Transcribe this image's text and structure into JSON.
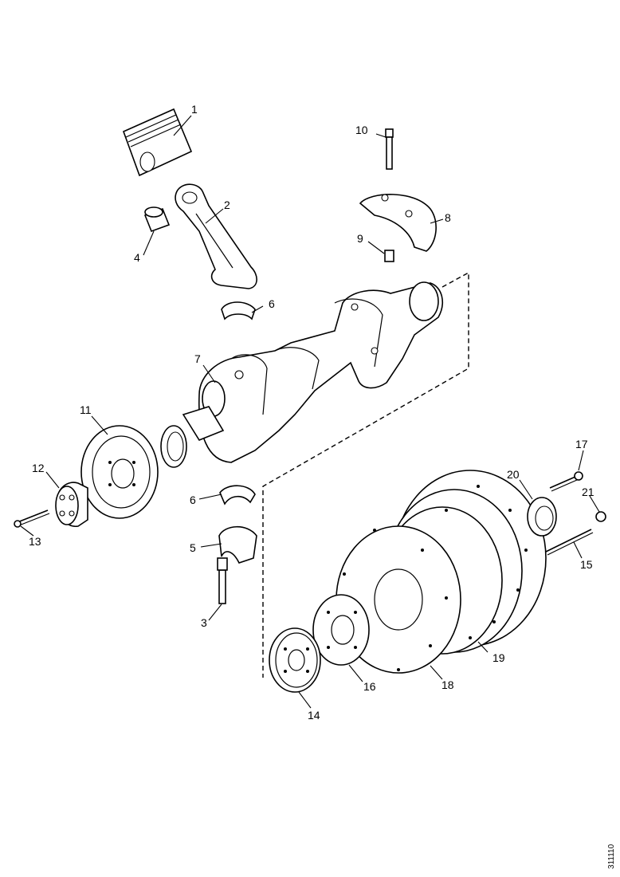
{
  "callouts": {
    "c1": "1",
    "c2": "2",
    "c3": "3",
    "c4": "4",
    "c5": "5",
    "c6a": "6",
    "c6b": "6",
    "c7": "7",
    "c8": "8",
    "c9": "9",
    "c10": "10",
    "c11": "11",
    "c12": "12",
    "c13": "13",
    "c14": "14",
    "c15": "15",
    "c16": "16",
    "c17": "17",
    "c18": "18",
    "c19": "19",
    "c20": "20",
    "c21": "21"
  },
  "reference_code": "311110"
}
